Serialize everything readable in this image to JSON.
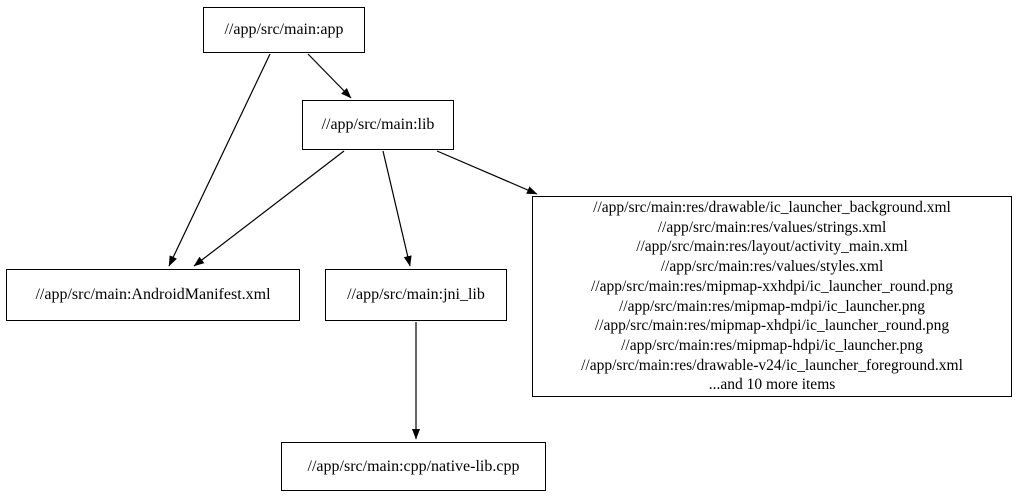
{
  "diagram": {
    "type": "dependency-graph",
    "stroke_color": "#000000",
    "background_color": "#ffffff",
    "nodes": {
      "app": {
        "label": "//app/src/main:app"
      },
      "lib": {
        "label": "//app/src/main:lib"
      },
      "manifest": {
        "label": "//app/src/main:AndroidManifest.xml"
      },
      "jni_lib": {
        "label": "//app/src/main:jni_lib"
      },
      "native_lib": {
        "label": "//app/src/main:cpp/native-lib.cpp"
      },
      "res_group": {
        "lines": [
          "//app/src/main:res/drawable/ic_launcher_background.xml",
          "//app/src/main:res/values/strings.xml",
          "//app/src/main:res/layout/activity_main.xml",
          "//app/src/main:res/values/styles.xml",
          "//app/src/main:res/mipmap-xxhdpi/ic_launcher_round.png",
          "//app/src/main:res/mipmap-mdpi/ic_launcher.png",
          "//app/src/main:res/mipmap-xhdpi/ic_launcher_round.png",
          "//app/src/main:res/mipmap-hdpi/ic_launcher.png",
          "//app/src/main:res/drawable-v24/ic_launcher_foreground.xml",
          "...and 10 more items"
        ]
      }
    },
    "edges": [
      {
        "from": "//app/src/main:app",
        "to": "//app/src/main:AndroidManifest.xml"
      },
      {
        "from": "//app/src/main:app",
        "to": "//app/src/main:lib"
      },
      {
        "from": "//app/src/main:lib",
        "to": "//app/src/main:AndroidManifest.xml"
      },
      {
        "from": "//app/src/main:lib",
        "to": "//app/src/main:jni_lib"
      },
      {
        "from": "//app/src/main:lib",
        "to": "res_group"
      },
      {
        "from": "//app/src/main:jni_lib",
        "to": "//app/src/main:cpp/native-lib.cpp"
      }
    ]
  }
}
